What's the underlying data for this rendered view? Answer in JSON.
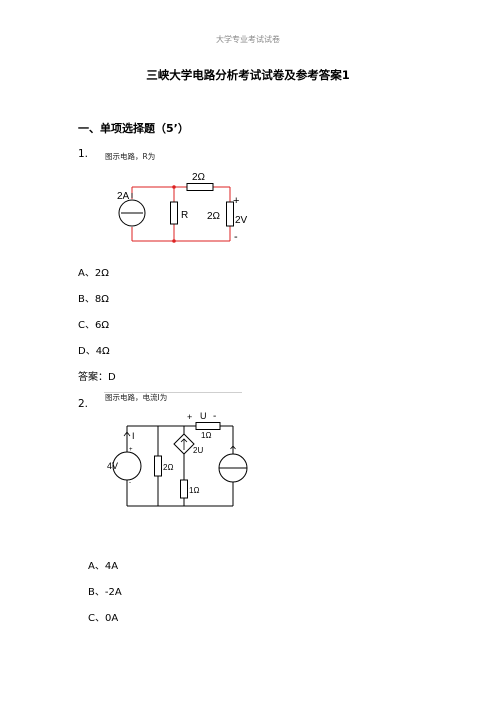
{
  "header": {
    "text": "大学专业考试试卷"
  },
  "doc": {
    "title": "三峡大学电路分析考试试卷及参考答案1",
    "section_title": "一、单项选择题（5’）"
  },
  "q1": {
    "number": "1.",
    "prompt": "图示电路，R为",
    "circuit": {
      "source_label": "2A",
      "top_resistor": "2Ω",
      "mid_resistor": "R",
      "right_resistor": "2Ω",
      "voltage": "2V",
      "plus": "+",
      "minus": "-"
    },
    "options": [
      "A、2Ω",
      "B、8Ω",
      "C、6Ω",
      "D、4Ω"
    ],
    "answer": "答案：D"
  },
  "q2": {
    "number": "2.",
    "prompt": "图示电路，电流I为",
    "circuit": {
      "left_source": "4V",
      "current_label": "I",
      "left_plus": "+",
      "left_minus": "-",
      "res_2": "2Ω",
      "dep_source": "2U",
      "res_1_low": "1Ω",
      "res_1_top": "1Ω",
      "u_label": "U",
      "u_plus": "+",
      "u_minus": "-"
    },
    "options": [
      "A、4A",
      "B、-2A",
      "C、0A"
    ]
  }
}
